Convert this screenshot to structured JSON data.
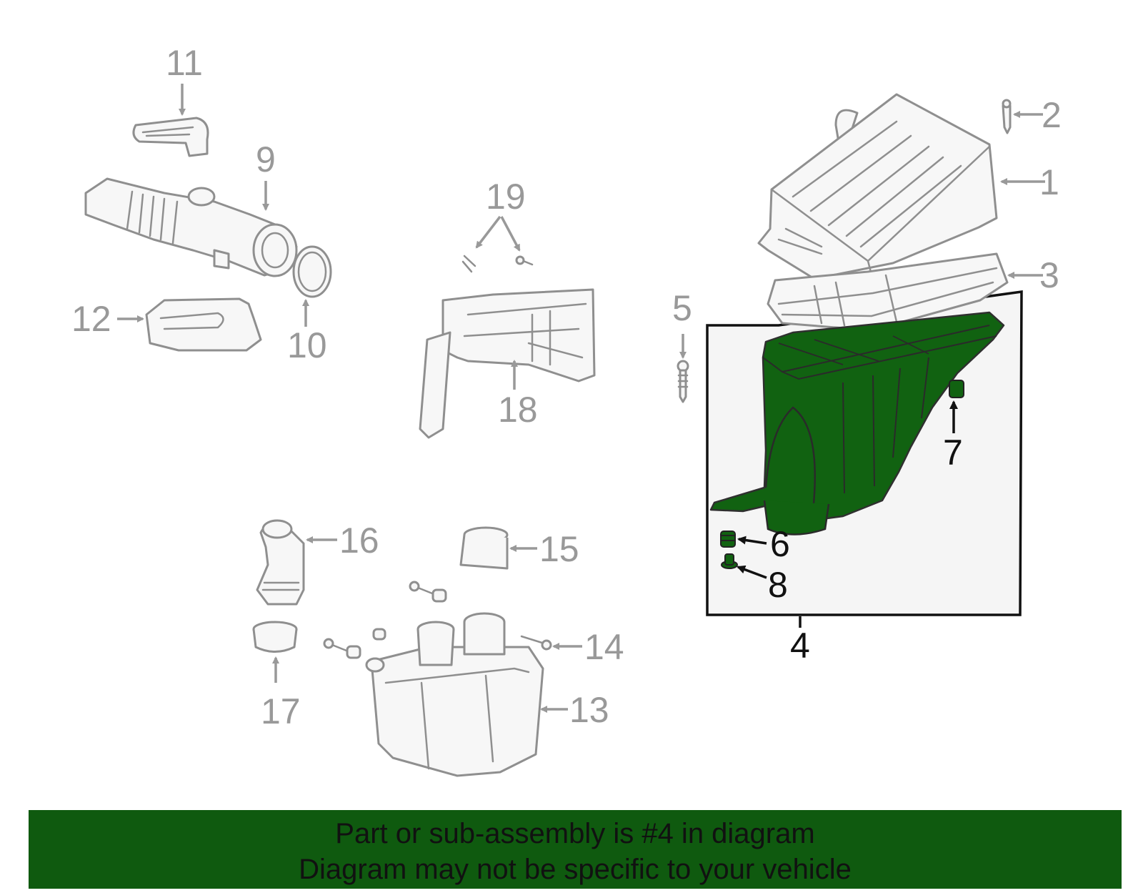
{
  "callouts": {
    "c1": "1",
    "c2": "2",
    "c3": "3",
    "c4": "4",
    "c5": "5",
    "c6": "6",
    "c7": "7",
    "c8": "8",
    "c9": "9",
    "c10": "10",
    "c11": "11",
    "c12": "12",
    "c13": "13",
    "c14": "14",
    "c15": "15",
    "c16": "16",
    "c17": "17",
    "c18": "18",
    "c19": "19"
  },
  "highlighted_part": "4",
  "colors": {
    "highlight_fill": "#116211",
    "highlight_panel": "#f5f5f5",
    "banner_bg": "#0f5a0f",
    "part_stroke": "#8f8f8f",
    "label_gray": "#999999",
    "label_active": "#111111"
  },
  "banner": {
    "line1": "Part or sub-assembly is #4 in diagram",
    "line2": "Diagram may not be specific to your vehicle"
  }
}
